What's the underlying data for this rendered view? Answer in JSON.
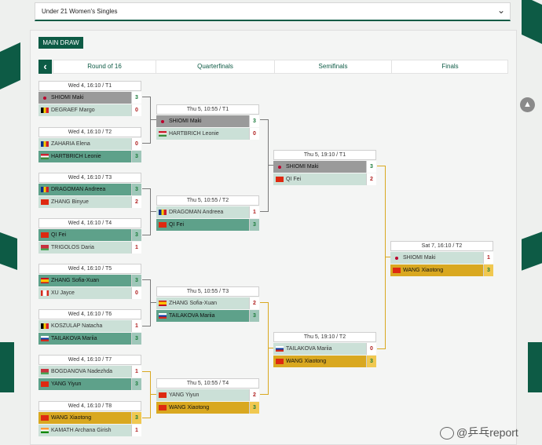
{
  "event_select": {
    "value": "Under 21 Women's Singles"
  },
  "tabs": {
    "main_draw": "MAIN DRAW"
  },
  "rounds": [
    "Round of 16",
    "Quarterfinals",
    "Semifinals",
    "Finals"
  ],
  "matches": [
    {
      "header": "Wed 4, 16:10 / T1",
      "p1": {
        "name": "SHIOMI Maki",
        "flag": "japan",
        "score": "3"
      },
      "p2": {
        "name": "DEGRAEF Margo",
        "flag": "belgium",
        "score": "0"
      }
    },
    {
      "header": "Wed 4, 16:10 / T2",
      "p1": {
        "name": "ZAHARIA Elena",
        "flag": "romania",
        "score": "0"
      },
      "p2": {
        "name": "HARTBRICH Leonie",
        "flag": "hungary",
        "score": "3"
      }
    },
    {
      "header": "Wed 4, 16:10 / T3",
      "p1": {
        "name": "DRAGOMAN Andreea",
        "flag": "romania",
        "score": "3"
      },
      "p2": {
        "name": "ZHANG Binyue",
        "flag": "china",
        "score": "2"
      }
    },
    {
      "header": "Wed 4, 16:10 / T4",
      "p1": {
        "name": "QI Fei",
        "flag": "china",
        "score": "3"
      },
      "p2": {
        "name": "TRIGOLOS Daria",
        "flag": "belarus",
        "score": "1"
      }
    },
    {
      "header": "Wed 4, 16:10 / T5",
      "p1": {
        "name": "ZHANG Sofia-Xuan",
        "flag": "spain",
        "score": "3"
      },
      "p2": {
        "name": "XU Jayce",
        "flag": "canada",
        "score": "0"
      }
    },
    {
      "header": "Wed 4, 16:10 / T6",
      "p1": {
        "name": "KOSZULAP Natacha",
        "flag": "belgium",
        "score": "1"
      },
      "p2": {
        "name": "TAILAKOVA Mariia",
        "flag": "russia",
        "score": "3"
      }
    },
    {
      "header": "Wed 4, 16:10 / T7",
      "p1": {
        "name": "BOGDANOVA Nadezhda",
        "flag": "belarus",
        "score": "1"
      },
      "p2": {
        "name": "YANG Yiyun",
        "flag": "china",
        "score": "3"
      }
    },
    {
      "header": "Wed 4, 16:10 / T8",
      "p1": {
        "name": "WANG Xiaotong",
        "flag": "china",
        "score": "3"
      },
      "p2": {
        "name": "KAMATH Archana Girish",
        "flag": "india",
        "score": "1"
      }
    },
    {
      "header": "Thu 5, 10:55 / T1",
      "p1": {
        "name": "SHIOMI Maki",
        "flag": "japan",
        "score": "3"
      },
      "p2": {
        "name": "HARTBRICH Leonie",
        "flag": "hungary",
        "score": "0"
      }
    },
    {
      "header": "Thu 5, 10:55 / T2",
      "p1": {
        "name": "DRAGOMAN Andreea",
        "flag": "romania",
        "score": "1"
      },
      "p2": {
        "name": "QI Fei",
        "flag": "china",
        "score": "3"
      }
    },
    {
      "header": "Thu 5, 10:55 / T3",
      "p1": {
        "name": "ZHANG Sofia-Xuan",
        "flag": "spain",
        "score": "2"
      },
      "p2": {
        "name": "TAILAKOVA Mariia",
        "flag": "russia",
        "score": "3"
      }
    },
    {
      "header": "Thu 5, 10:55 / T4",
      "p1": {
        "name": "YANG Yiyun",
        "flag": "china",
        "score": "2"
      },
      "p2": {
        "name": "WANG Xiaotong",
        "flag": "china",
        "score": "3"
      }
    },
    {
      "header": "Thu 5, 19:10 / T1",
      "p1": {
        "name": "SHIOMI Maki",
        "flag": "japan",
        "score": "3"
      },
      "p2": {
        "name": "QI Fei",
        "flag": "china",
        "score": "2"
      }
    },
    {
      "header": "Thu 5, 19:10 / T2",
      "p1": {
        "name": "TAILAKOVA Mariia",
        "flag": "russia",
        "score": "0"
      },
      "p2": {
        "name": "WANG Xiaotong",
        "flag": "china",
        "score": "3"
      }
    },
    {
      "header": "Sat 7, 16:10 / T2",
      "p1": {
        "name": "SHIOMI Maki",
        "flag": "japan",
        "score": "1"
      },
      "p2": {
        "name": "WANG Xiaotong",
        "flag": "china",
        "score": "3"
      }
    }
  ],
  "watermark": "@乒乓report",
  "colors": {
    "brand_green": "#0d5b45",
    "winner_teal": "#5ea18a",
    "highlight_gold": "#d9a820",
    "highlight_gray": "#9a9a9a",
    "row_light": "#cbe0d7"
  }
}
